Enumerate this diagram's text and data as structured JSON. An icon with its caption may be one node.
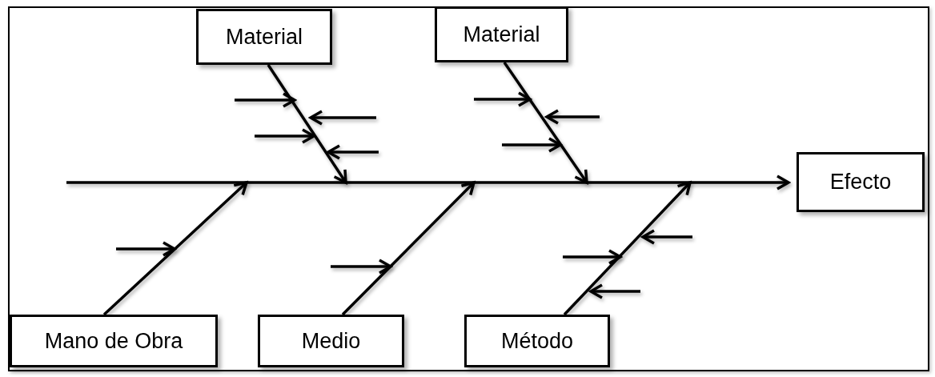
{
  "diagram": {
    "nodes": [
      {
        "text": [
          "Material"
        ]
      },
      {
        "text": [
          "Material"
        ]
      },
      {
        "text": [
          "Efecto"
        ]
      },
      {
        "text": [
          "Mano de Obra"
        ]
      },
      {
        "text": [
          "Medio"
        ]
      },
      {
        "text": [
          "Método"
        ]
      }
    ],
    "edges": [
      {
        "from": null,
        "to": 2,
        "arrow": "to"
      },
      {
        "from": 0,
        "to": null,
        "arrow": "to"
      },
      {
        "from": 1,
        "to": null,
        "arrow": "to"
      },
      {
        "from": 3,
        "to": null,
        "arrow": "to"
      },
      {
        "from": 4,
        "to": null,
        "arrow": "to"
      },
      {
        "from": 5,
        "to": null,
        "arrow": "to"
      }
    ]
  }
}
